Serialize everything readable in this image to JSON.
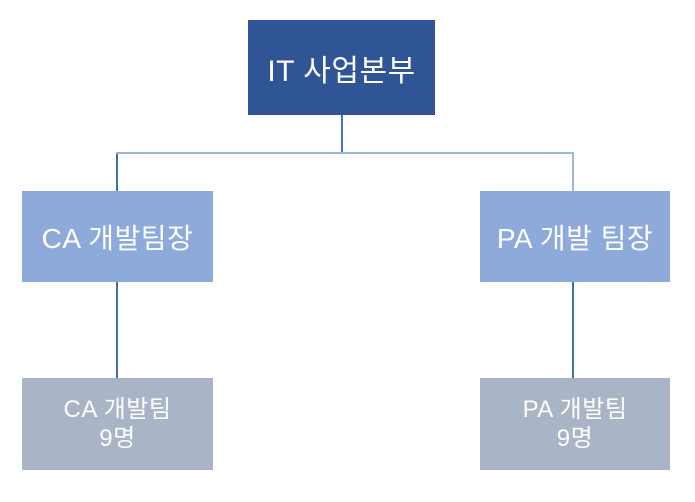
{
  "diagram": {
    "type": "org-chart"
  },
  "nodes": {
    "root": {
      "label": "IT 사업본부"
    },
    "manager_left": {
      "label": "CA 개발팀장"
    },
    "manager_right": {
      "label": "PA 개발 팀장"
    },
    "team_left": {
      "line1": "CA 개발팀",
      "line2": "9명"
    },
    "team_right": {
      "line1": "PA 개발팀",
      "line2": "9명"
    }
  },
  "edges": [
    {
      "from": "root",
      "to": "manager_left"
    },
    {
      "from": "root",
      "to": "manager_right"
    },
    {
      "from": "manager_left",
      "to": "team_left"
    },
    {
      "from": "manager_right",
      "to": "team_right"
    }
  ],
  "colors": {
    "background": "#FFFFFF",
    "root_fill": "#2F5597",
    "manager_fill": "#8EAADB",
    "team_fill": "#A9B4C7",
    "node_text": "#FFFFFF",
    "connector_medium": "#4472C4",
    "connector_light": "#9DB6DC",
    "connector_dark": "#41719C"
  }
}
